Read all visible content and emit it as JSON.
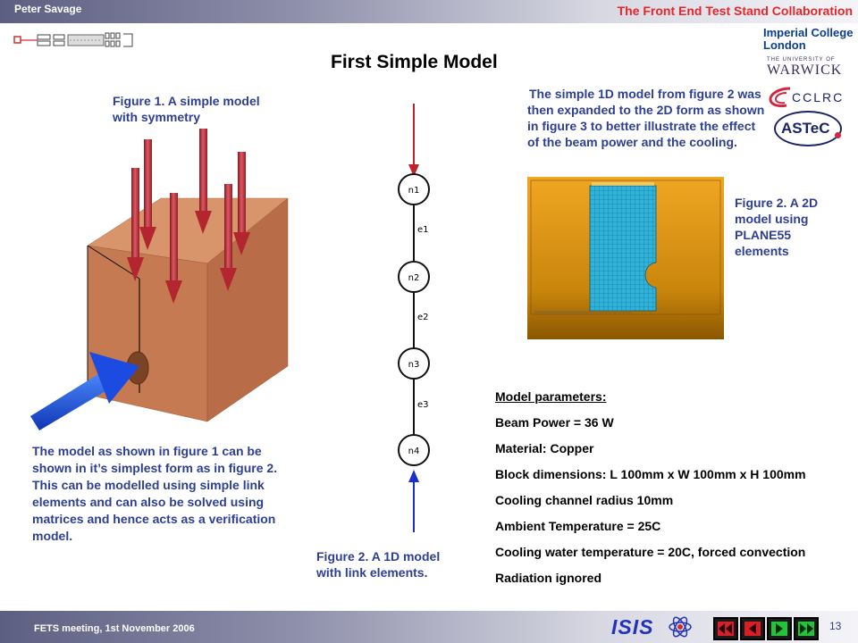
{
  "header": {
    "author": "Peter Savage",
    "collaboration": "The Front End Test Stand Collaboration"
  },
  "title": "First Simple Model",
  "logos": {
    "imperial": [
      "Imperial College",
      "London"
    ],
    "warwick_small": "THE UNIVERSITY OF",
    "warwick": "WARWICK",
    "cclrc": "CCLRC",
    "astec": "ASTeC",
    "isis": "ISIS"
  },
  "captions": {
    "fig1": "Figure 1. A simple model with symmetry",
    "fig2_1d": "Figure 2. A 1D model with link elements.",
    "fig2_2d": "Figure 2. A 2D model using PLANE55 elements",
    "description_left": "The model as shown in figure 1 can be shown in it’s simplest form as in figure 2. This can be modelled using simple link elements and can also be solved using matrices and hence acts as a verification model.",
    "description_right": "The simple 1D model from figure 2 was then expanded to the 2D form as shown in figure 3 to better illustrate the effect of the beam power and the cooling."
  },
  "link_model": {
    "nodes": [
      "n1",
      "n2",
      "n3",
      "n4"
    ],
    "elements": [
      "e1",
      "e2",
      "e3"
    ]
  },
  "parameters": {
    "heading": "Model parameters:",
    "items": [
      "Beam Power = 36 W",
      "Material: Copper",
      "Block dimensions: L 100mm x W 100mm x H 100mm",
      "Cooling channel radius 10mm",
      "Ambient Temperature = 25C",
      "Cooling water temperature = 20C, forced convection",
      "Radiation ignored"
    ]
  },
  "footer": {
    "meeting": "FETS meeting, 1st November 2006",
    "page": "13"
  },
  "colors": {
    "caption": "#2d3f93",
    "accent": "#e8262a",
    "copper": "#c9805a",
    "beam_arrow": "#c0333a",
    "water_arrow": "#2255d8"
  }
}
